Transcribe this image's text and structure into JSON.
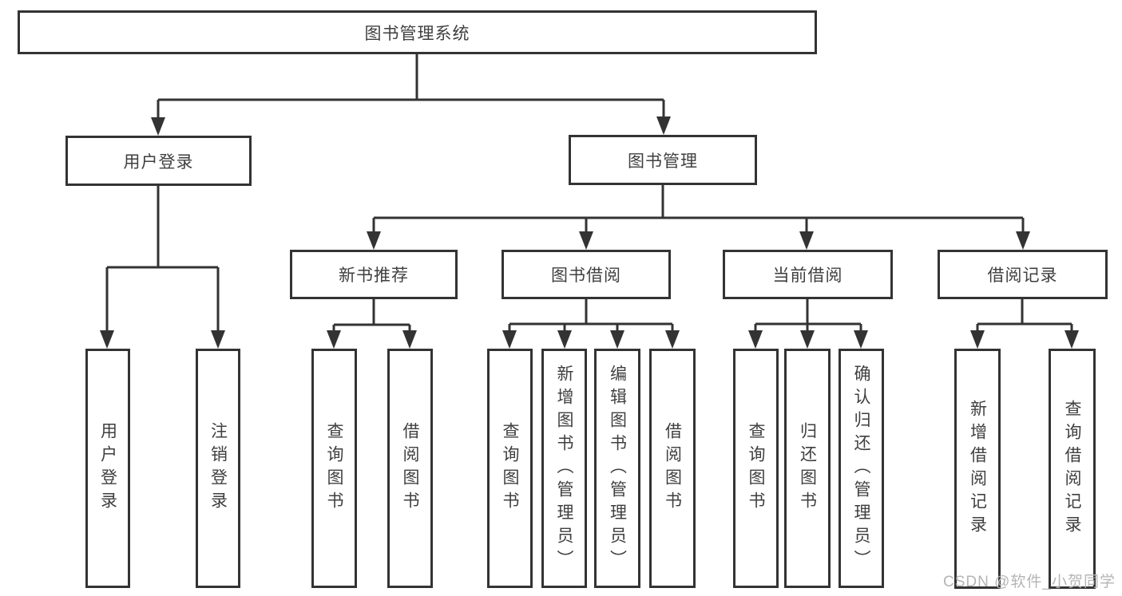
{
  "tree": {
    "root": {
      "label": "图书管理系统",
      "children": [
        {
          "label": "用户登录",
          "children": [
            {
              "label": "用户登录"
            },
            {
              "label": "注销登录"
            }
          ]
        },
        {
          "label": "图书管理",
          "children": [
            {
              "label": "新书推荐",
              "children": [
                {
                  "label": "查询图书"
                },
                {
                  "label": "借阅图书"
                }
              ]
            },
            {
              "label": "图书借阅",
              "children": [
                {
                  "label": "查询图书"
                },
                {
                  "label": "新增图书（管理员）"
                },
                {
                  "label": "编辑图书（管理员）"
                },
                {
                  "label": "借阅图书"
                }
              ]
            },
            {
              "label": "当前借阅",
              "children": [
                {
                  "label": "查询图书"
                },
                {
                  "label": "归还图书"
                },
                {
                  "label": "确认归还（管理员）"
                }
              ]
            },
            {
              "label": "借阅记录",
              "children": [
                {
                  "label": "新增借阅记录"
                },
                {
                  "label": "查询借阅记录"
                }
              ]
            }
          ]
        }
      ]
    }
  },
  "watermark": {
    "text": "CSDN @软件_小贺同学"
  },
  "colors": {
    "line": "#333333",
    "node_border": "#333333",
    "node_text": "#3f3f3f",
    "watermark": "#b5b5b5",
    "background": "#ffffff"
  }
}
